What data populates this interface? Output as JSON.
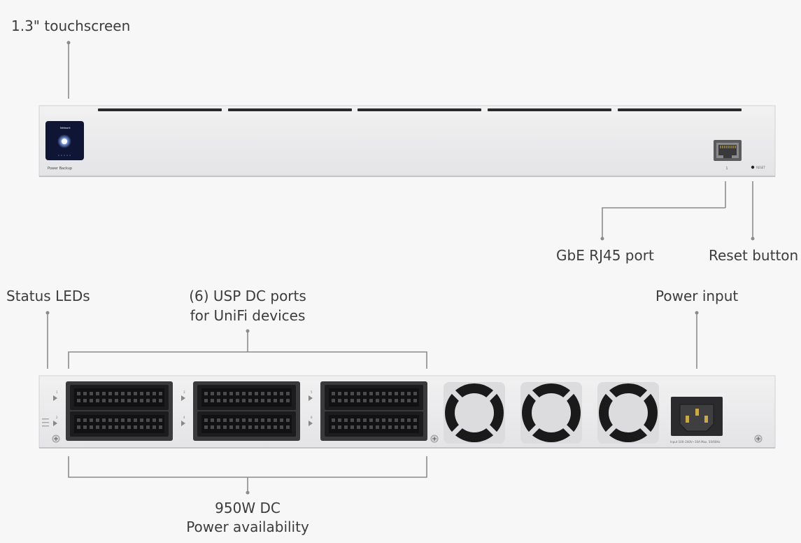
{
  "callouts": {
    "touchscreen": "1.3\" touchscreen",
    "rj45_port": "GbE RJ45 port",
    "reset_button": "Reset button",
    "status_leds": "Status LEDs",
    "usp_ports_line1": "(6) USP DC ports",
    "usp_ports_line2": "for UniFi devices",
    "power_input": "Power input",
    "dc_power_line1": "950W DC",
    "dc_power_line2": "Power availability"
  },
  "front_panel": {
    "screen_title": "Network",
    "screen_caption": "Power Backup",
    "port_number": "1",
    "reset_label": "RESET"
  },
  "rear_panel": {
    "port_numbers": [
      "1",
      "2",
      "3",
      "4",
      "5",
      "6"
    ],
    "power_rating": "Input 100–240V~10A Max. 50/60Hz"
  },
  "colors": {
    "background": "#f7f7f7",
    "chassis": "#ececed",
    "leader_line": "#8c8c8c",
    "port_block": "#1c1c1e"
  },
  "icons": [
    "screen-icon",
    "rj45-icon",
    "reset-dot-icon",
    "fan-icon",
    "power-socket-icon",
    "screw-icon",
    "led-arrow-icon"
  ]
}
